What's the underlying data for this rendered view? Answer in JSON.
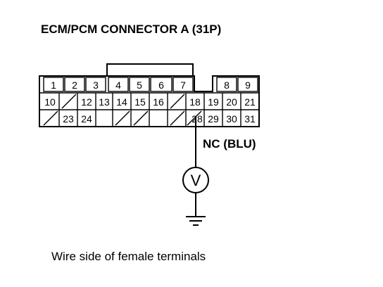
{
  "title": "ECM/PCM CONNECTOR A (31P)",
  "wire_label": "NC (BLU)",
  "meter_symbol": "V",
  "caption": "Wire side of female terminals",
  "connector": {
    "row1": [
      "1",
      "2",
      "3",
      "4",
      "5",
      "6",
      "7",
      "",
      "8",
      "9"
    ],
    "row2": [
      "10",
      "",
      "12",
      "13",
      "14",
      "15",
      "16",
      "",
      "18",
      "19",
      "20",
      "21"
    ],
    "row3": [
      "",
      "23",
      "24",
      "",
      "",
      "",
      "",
      "",
      "28",
      "29",
      "30",
      "31"
    ]
  },
  "probed_terminal": "28",
  "icons": [
    "voltmeter-icon",
    "ground-icon"
  ]
}
